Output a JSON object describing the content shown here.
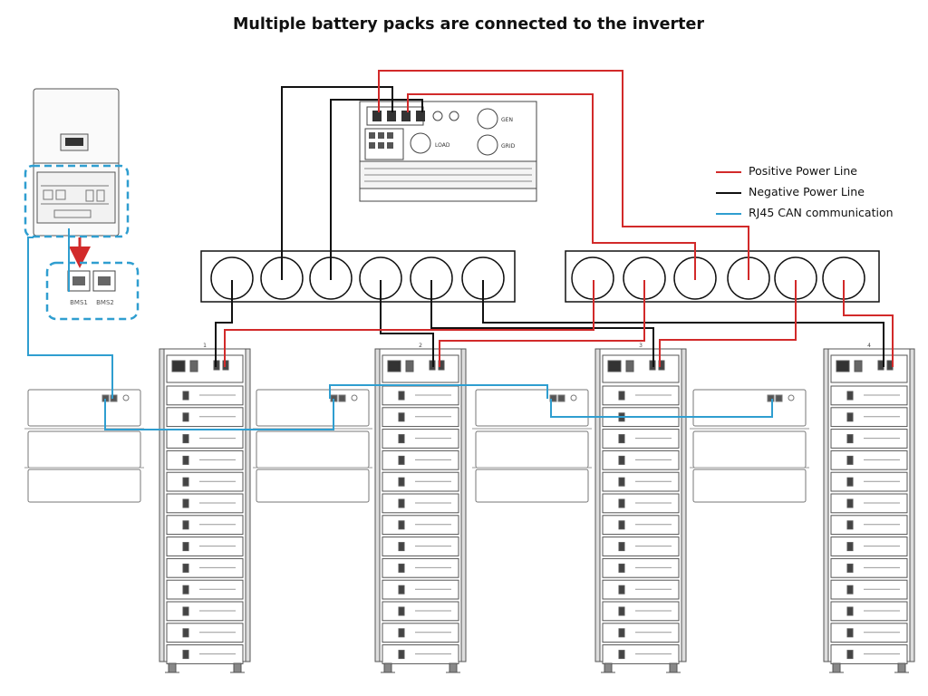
{
  "title": "Multiple battery packs are connected to the inverter",
  "legend": {
    "positive": {
      "label": "Positive Power Line",
      "color": "#d22a2a"
    },
    "negative": {
      "label": "Negative Power Line",
      "color": "#111111"
    },
    "can": {
      "label": "RJ45 CAN communication",
      "color": "#2f9ed0"
    }
  },
  "inverter": {
    "label_load": "LOAD",
    "label_grid": "GRID",
    "label_gen": "GEN"
  },
  "comm_ports": {
    "left_label": "BMS1",
    "right_label": "BMS2"
  },
  "rack_ids": [
    "1",
    "2",
    "3",
    "4"
  ],
  "modules_per_rack": 13
}
